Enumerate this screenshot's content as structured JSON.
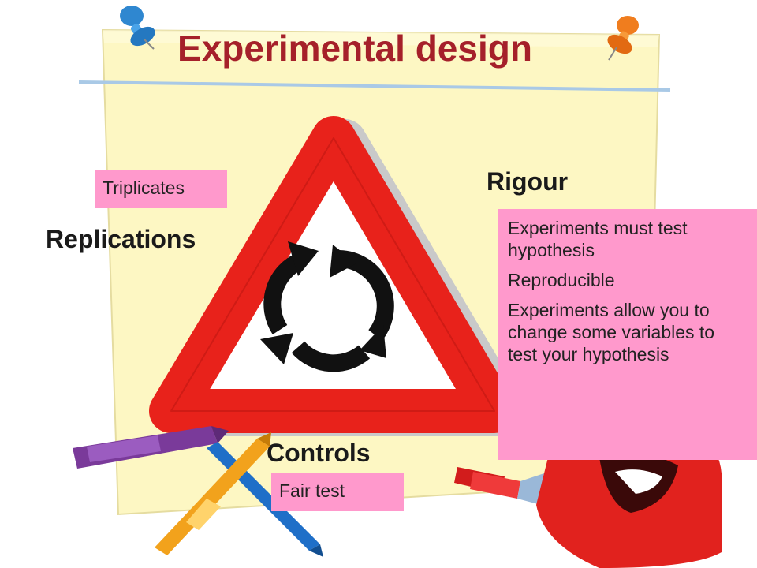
{
  "slide": {
    "title": "Experimental design",
    "vertices": {
      "rigour": "Rigour",
      "replications": "Replications",
      "controls": "Controls"
    },
    "notes": {
      "triplicates": "Triplicates",
      "fair_test": "Fair test",
      "rigour_points": [
        "Experiments must test hypothesis",
        "Reproducible",
        "Experiments allow you to change some variables to test your hypothesis"
      ]
    },
    "icons": [
      "push-pin-icon",
      "roundabout-sign-icon",
      "crayon-icon",
      "marker-icon"
    ],
    "colors": {
      "title": "#a5202a",
      "note_bg": "#ff99cc",
      "sign_red": "#e8221b",
      "paper": "#fdf7c3"
    }
  }
}
